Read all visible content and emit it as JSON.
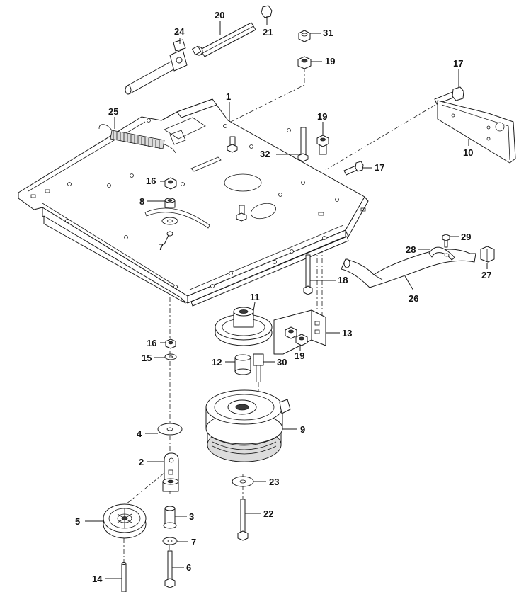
{
  "callouts": [
    {
      "id": "c20",
      "text": "20"
    },
    {
      "id": "c21",
      "text": "21"
    },
    {
      "id": "c24",
      "text": "24"
    },
    {
      "id": "c31",
      "text": "31"
    },
    {
      "id": "c19a",
      "text": "19"
    },
    {
      "id": "c17a",
      "text": "17"
    },
    {
      "id": "c1",
      "text": "1"
    },
    {
      "id": "c25",
      "text": "25"
    },
    {
      "id": "c19b",
      "text": "19"
    },
    {
      "id": "c32",
      "text": "32"
    },
    {
      "id": "c10",
      "text": "10"
    },
    {
      "id": "c17b",
      "text": "17"
    },
    {
      "id": "c16a",
      "text": "16"
    },
    {
      "id": "c8",
      "text": "8"
    },
    {
      "id": "c7a",
      "text": "7"
    },
    {
      "id": "c29",
      "text": "29"
    },
    {
      "id": "c28",
      "text": "28"
    },
    {
      "id": "c27",
      "text": "27"
    },
    {
      "id": "c18",
      "text": "18"
    },
    {
      "id": "c26",
      "text": "26"
    },
    {
      "id": "c11",
      "text": "11"
    },
    {
      "id": "c13",
      "text": "13"
    },
    {
      "id": "c16b",
      "text": "16"
    },
    {
      "id": "c15",
      "text": "15"
    },
    {
      "id": "c19c",
      "text": "19"
    },
    {
      "id": "c12",
      "text": "12"
    },
    {
      "id": "c30",
      "text": "30"
    },
    {
      "id": "c9",
      "text": "9"
    },
    {
      "id": "c4",
      "text": "4"
    },
    {
      "id": "c2",
      "text": "2"
    },
    {
      "id": "c23",
      "text": "23"
    },
    {
      "id": "c3",
      "text": "3"
    },
    {
      "id": "c22",
      "text": "22"
    },
    {
      "id": "c5",
      "text": "5"
    },
    {
      "id": "c7b",
      "text": "7"
    },
    {
      "id": "c6",
      "text": "6"
    },
    {
      "id": "c14",
      "text": "14"
    }
  ]
}
